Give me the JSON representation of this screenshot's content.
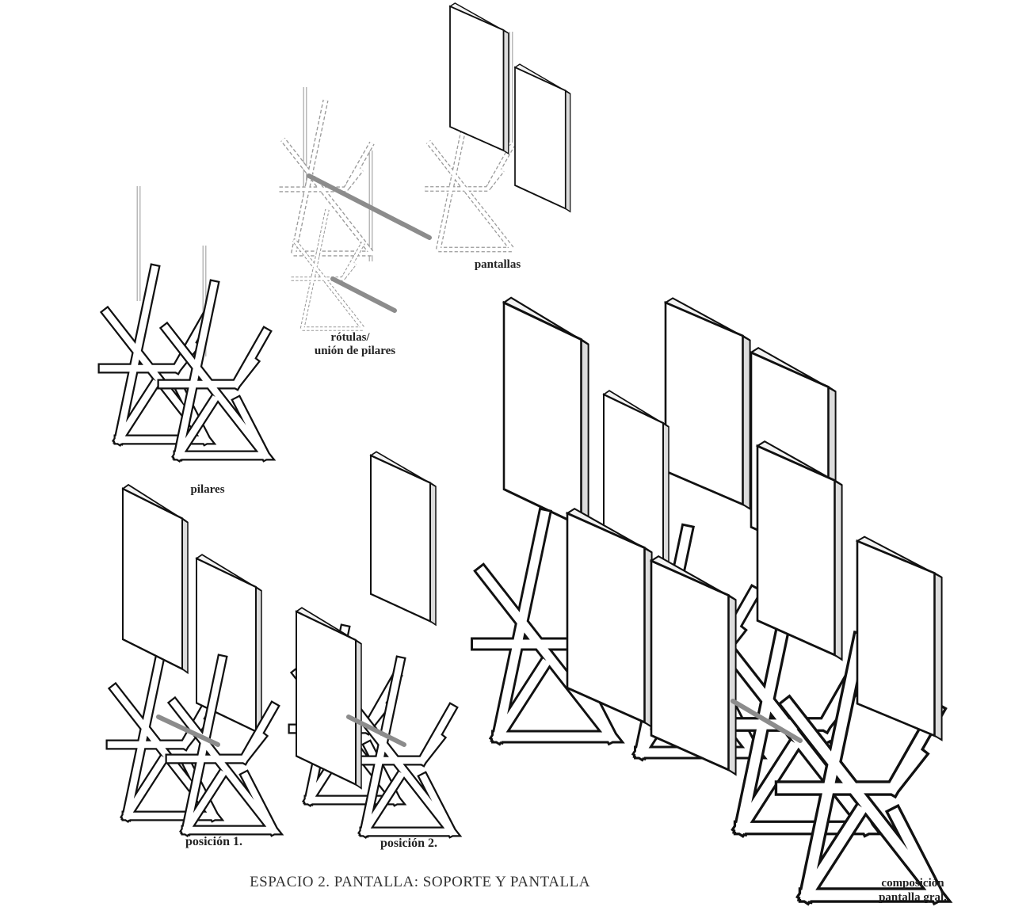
{
  "labels": {
    "pillars": "pilares",
    "joints_line1": "rótulas/",
    "joints_line2": "unión de pilares",
    "screens": "pantallas",
    "position1": "posición 1.",
    "position2": "posición 2.",
    "composition_line1": "composición",
    "composition_line2": "pantalla gral."
  },
  "title": "ESPACIO 2. PANTALLA: SOPORTE Y PANTALLA"
}
